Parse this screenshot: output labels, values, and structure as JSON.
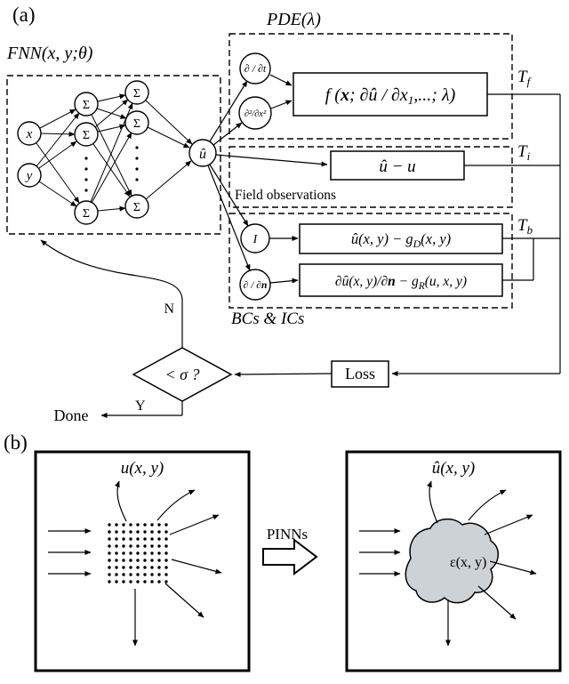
{
  "panel_a": {
    "label": "(a)",
    "fnn": {
      "title": "FNN(x, y;θ)",
      "input_x": "x",
      "input_y": "y",
      "sigma": "Σ",
      "output_node": "û"
    },
    "pde": {
      "title": "PDE(λ)",
      "op_dt": "∂ / ∂t",
      "op_dx2": "∂²/∂x²",
      "f_p1": "f (",
      "f_bold": "x",
      "f_p2": "; ∂û / ∂x",
      "f_sub": "1",
      "f_p3": ",...; λ)"
    },
    "observations": {
      "residual": "û − u",
      "caption": "Field observations"
    },
    "bcs": {
      "caption": "BCs & ICs",
      "op_identity": "I",
      "op_dn_p1": "∂ / ∂",
      "op_dn_bold": "n",
      "dirichlet_p1": "û(x, y) − g",
      "dirichlet_sub": "D",
      "dirichlet_p2": "(x, y)",
      "robin_p1": "∂û(x, y)/∂",
      "robin_bold": "n",
      "robin_p2": " − g",
      "robin_sub": "R",
      "robin_p3": "(u, x, y)"
    },
    "outputs": {
      "tf_main": "T",
      "tf_sub": "f",
      "ti_main": "T",
      "ti_sub": "i",
      "tb_main": "T",
      "tb_sub": "b"
    },
    "loss_label": "Loss",
    "decision_label": "< σ ?",
    "no_label": "N",
    "yes_label": "Y",
    "done_label": "Done"
  },
  "panel_b": {
    "label": "(b)",
    "left_title": "u(x, y)",
    "right_title": "û(x, y)",
    "arrow_label": "PINNs",
    "blob_label": "ε(x, y)"
  },
  "colors": {
    "blob_fill": "#ccd2d5",
    "ink": "#000000",
    "background": "#ffffff"
  }
}
